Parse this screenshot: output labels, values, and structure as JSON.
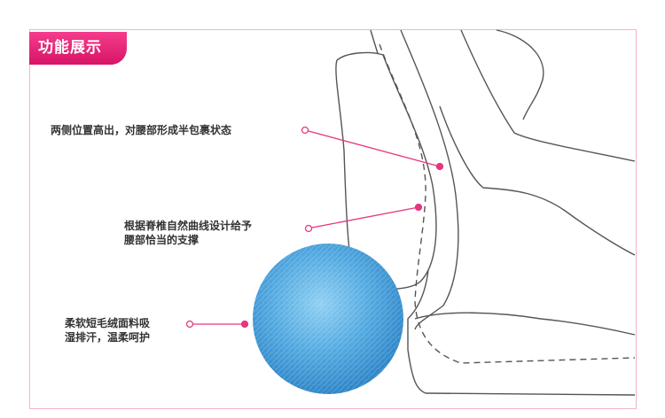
{
  "badge": {
    "title": "功能展示"
  },
  "callouts": [
    {
      "text": "两侧位置高出，对腰部形成半包裹状态"
    },
    {
      "line1": "根据脊椎自然曲线设计给予",
      "line2": "腰部恰当的支撑"
    },
    {
      "line1": "柔软短毛绒面料吸",
      "line2": "湿排汗，温柔呵护"
    }
  ],
  "colors": {
    "accent": "#e8357f",
    "frame": "#f0b4ca",
    "fabric": "#4a9fd8"
  }
}
